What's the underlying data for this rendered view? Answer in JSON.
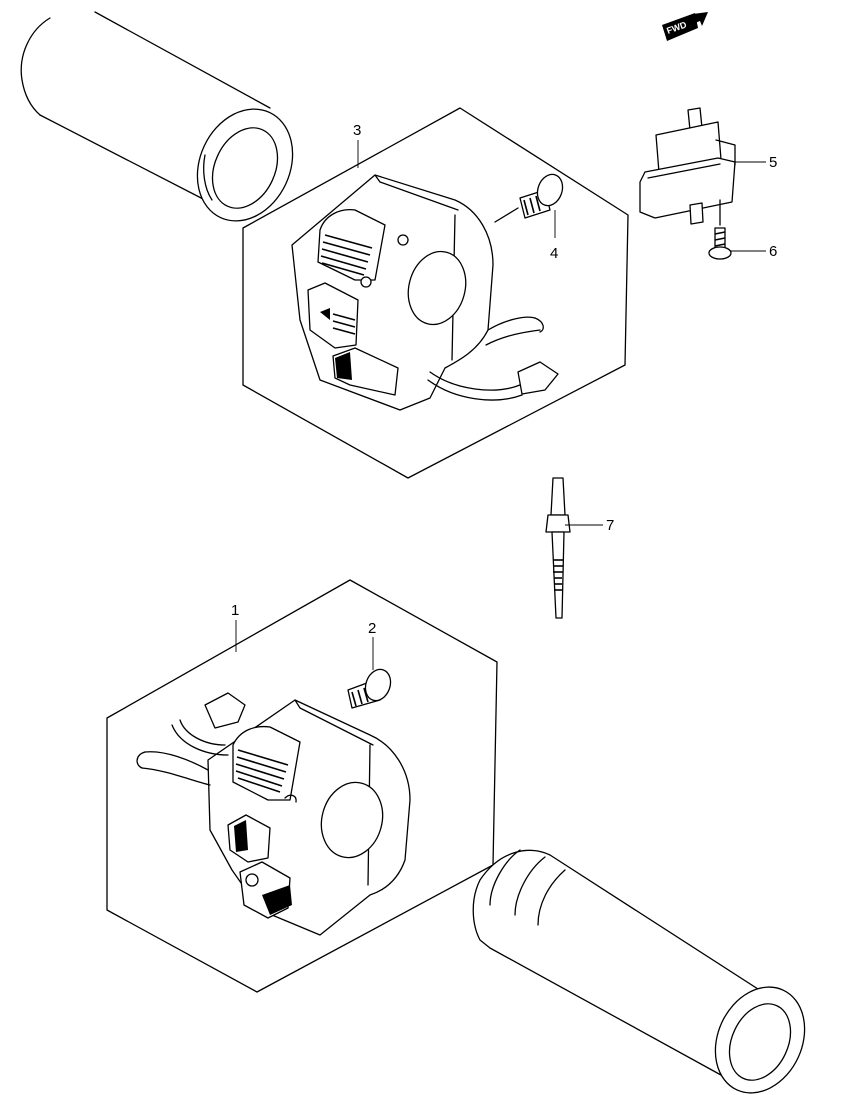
{
  "diagram": {
    "fwd_label": "FWD",
    "callouts": [
      {
        "id": "1",
        "label": "1"
      },
      {
        "id": "2",
        "label": "2"
      },
      {
        "id": "3",
        "label": "3"
      },
      {
        "id": "4",
        "label": "4"
      },
      {
        "id": "5",
        "label": "5"
      },
      {
        "id": "6",
        "label": "6"
      },
      {
        "id": "7",
        "label": "7"
      }
    ]
  }
}
